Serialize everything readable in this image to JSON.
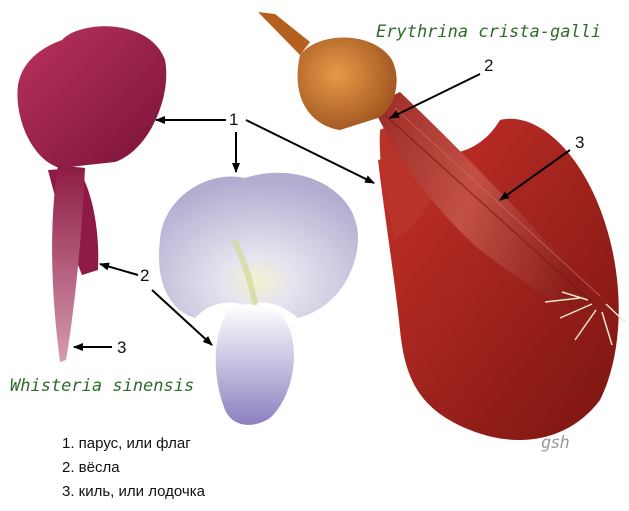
{
  "species": {
    "erythrina": "Erythrina crista-galli",
    "wisteria": "Whisteria sinensis"
  },
  "callouts": {
    "n1": "1",
    "n2_left": "2",
    "n3_left": "3",
    "n2_right": "2",
    "n3_right": "3"
  },
  "legend": [
    "1. парус, или флаг",
    "2. вёсла",
    "3. киль, или лодочка"
  ],
  "signature": "gsh",
  "colors": {
    "wisteria_magenta": "#9c1f4a",
    "wisteria_lavender": "#c9c3df",
    "erythrina_red": "#a6231c",
    "erythrina_calyx": "#c0762b",
    "label_green": "#2f6b2a"
  }
}
